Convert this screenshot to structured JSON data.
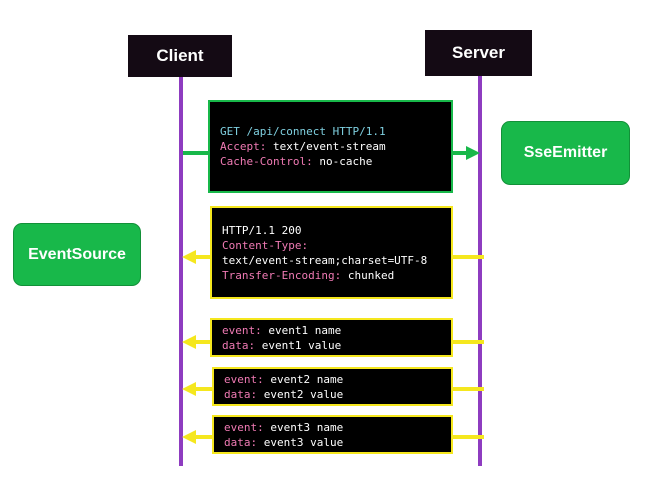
{
  "participants": {
    "client": "Client",
    "server": "Server"
  },
  "components": {
    "client_component": "EventSource",
    "server_component": "SseEmitter"
  },
  "request": {
    "request_line": "GET /api/connect HTTP/1.1",
    "headers": [
      {
        "name": "Accept:",
        "value": " text/event-stream"
      },
      {
        "name": "Cache-Control:",
        "value": " no-cache"
      }
    ]
  },
  "response": {
    "status_line": "HTTP/1.1 200",
    "content_type_name": "Content-Type:",
    "content_type_value": "text/event-stream;charset=UTF-8",
    "transfer_encoding_name": "Transfer-Encoding:",
    "transfer_encoding_value": " chunked"
  },
  "events": [
    {
      "event_label": "event:",
      "event_value": " event1 name",
      "data_label": "data:",
      "data_value": " event1 value"
    },
    {
      "event_label": "event:",
      "event_value": " event2 name",
      "data_label": "data:",
      "data_value": " event2 value"
    },
    {
      "event_label": "event:",
      "event_value": " event3 name",
      "data_label": "data:",
      "data_value": " event3 value"
    }
  ],
  "colors": {
    "lifeline": "#8e3cc0",
    "request_arrow": "#18b84a",
    "response_arrow": "#f5e71e",
    "message_border_request": "#18b84a",
    "message_border_response": "#f5e71e",
    "header_name": "#f07ab4",
    "badge": "#18b84a"
  }
}
